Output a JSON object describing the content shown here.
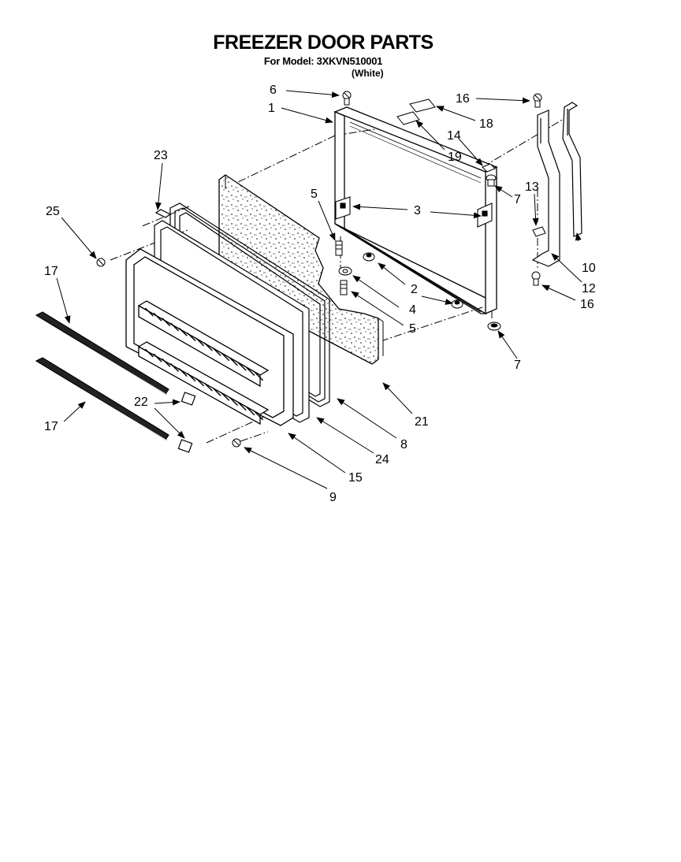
{
  "header": {
    "title": "FREEZER DOOR PARTS",
    "model": "For Model: 3XKVN510001",
    "variant": "(White)"
  },
  "callouts": [
    {
      "id": "c6",
      "number": "6"
    },
    {
      "id": "c1",
      "number": "1"
    },
    {
      "id": "c16a",
      "number": "16"
    },
    {
      "id": "c18",
      "number": "18"
    },
    {
      "id": "c14",
      "number": "14"
    },
    {
      "id": "c19",
      "number": "19"
    },
    {
      "id": "c23",
      "number": "23"
    },
    {
      "id": "c5a",
      "number": "5"
    },
    {
      "id": "c3",
      "number": "3"
    },
    {
      "id": "c7a",
      "number": "7"
    },
    {
      "id": "c13",
      "number": "13"
    },
    {
      "id": "c25",
      "number": "25"
    },
    {
      "id": "c17a",
      "number": "17"
    },
    {
      "id": "c2",
      "number": "2"
    },
    {
      "id": "c4",
      "number": "4"
    },
    {
      "id": "c5b",
      "number": "5"
    },
    {
      "id": "c10",
      "number": "10"
    },
    {
      "id": "c12",
      "number": "12"
    },
    {
      "id": "c16b",
      "number": "16"
    },
    {
      "id": "c7b",
      "number": "7"
    },
    {
      "id": "c21",
      "number": "21"
    },
    {
      "id": "c22",
      "number": "22"
    },
    {
      "id": "c17b",
      "number": "17"
    },
    {
      "id": "c8",
      "number": "8"
    },
    {
      "id": "c24",
      "number": "24"
    },
    {
      "id": "c15",
      "number": "15"
    },
    {
      "id": "c9",
      "number": "9"
    }
  ]
}
